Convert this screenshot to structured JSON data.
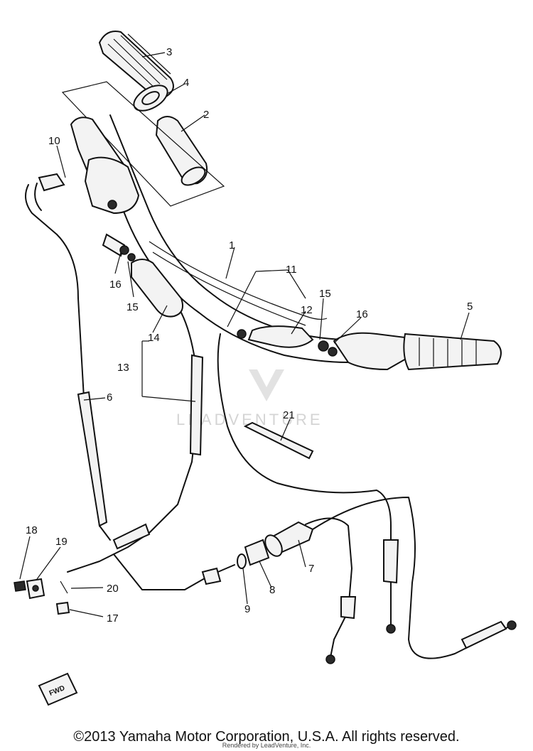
{
  "watermark": "LEADVENTURE",
  "fwd_label": "FWD",
  "copyright": "©2013 Yamaha Motor Corporation, U.S.A. All rights reserved.",
  "rendered_by": "Rendered by LeadVenture, Inc.",
  "callouts": [
    "1",
    "2",
    "3",
    "4",
    "5",
    "6",
    "7",
    "8",
    "9",
    "10",
    "11",
    "12",
    "13",
    "14",
    "15",
    "15",
    "16",
    "16",
    "17",
    "18",
    "19",
    "20",
    "21"
  ]
}
